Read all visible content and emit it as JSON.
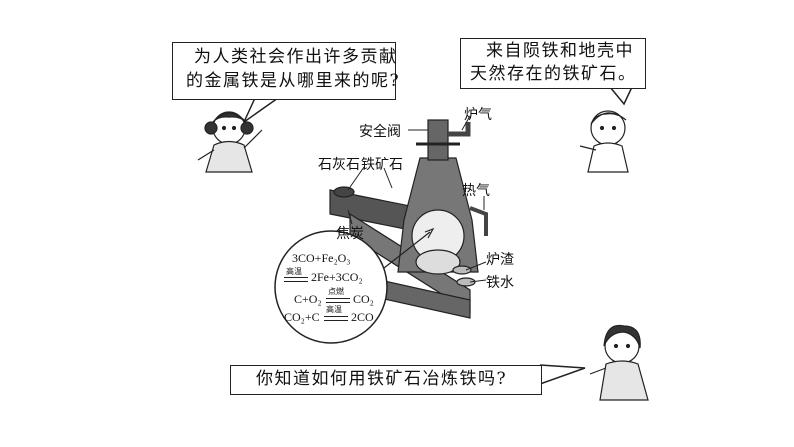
{
  "bubbles": {
    "girl_line1": "为人类社会作出许多贡献",
    "girl_line2": "的金属铁是从哪里来的呢?",
    "boy_line1": "来自陨铁和地壳中",
    "boy_line2": "天然存在的铁矿石。",
    "teacher_line": "你知道如何用铁矿石冶炼铁吗?"
  },
  "furnace_labels": {
    "safety_valve": "安全阀",
    "furnace_gas": "炉气",
    "limestone": "石灰石",
    "iron_ore": "铁矿石",
    "hot_air": "热气",
    "coke": "焦炭",
    "slag": "炉渣",
    "molten_iron": "铁水"
  },
  "equations": {
    "eq1_left": "3CO+Fe₂O₃",
    "eq1_cond": "高温",
    "eq1_right": "2Fe+3CO₂",
    "eq2_left": "C+O₂",
    "eq2_cond": "点燃",
    "eq2_right": "CO₂",
    "eq3_left": "CO₂+C",
    "eq3_cond": "高温",
    "eq3_right": "2CO"
  }
}
